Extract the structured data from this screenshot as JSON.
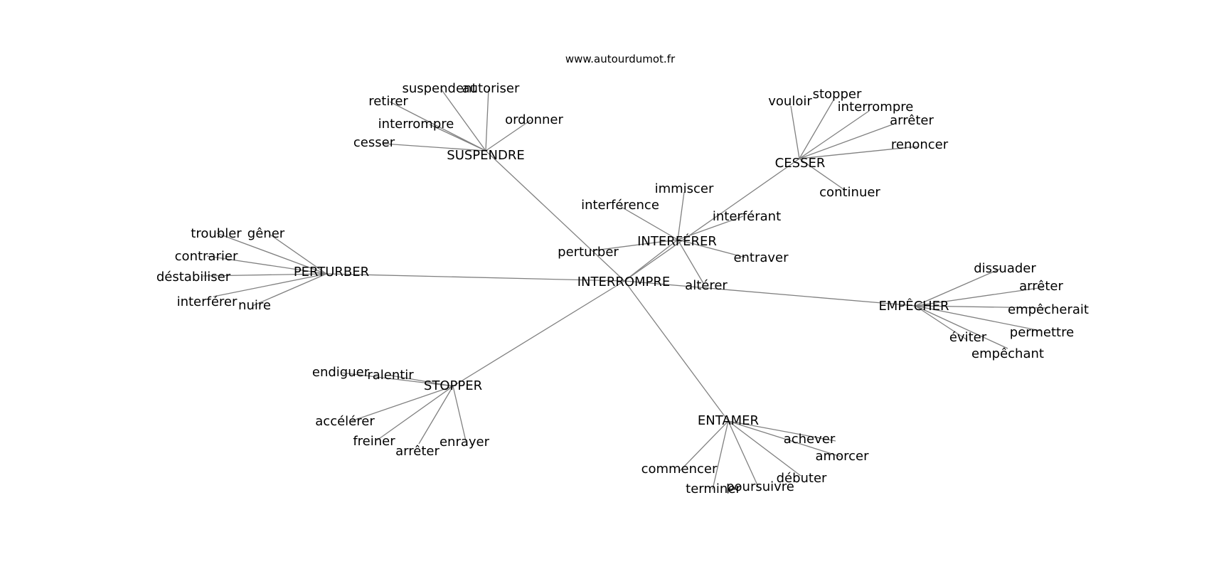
{
  "watermark": "www.autourdumot.fr",
  "center": "INTERROMPRE",
  "hubs": [
    {
      "id": "SUSPENDRE",
      "label": "SUSPENDRE",
      "words": [
        "suspendent",
        "autoriser",
        "retirer",
        "interrompre",
        "ordonner",
        "cesser"
      ]
    },
    {
      "id": "CESSER",
      "label": "CESSER",
      "words": [
        "vouloir",
        "stopper",
        "interrompre",
        "arrêter",
        "renoncer",
        "continuer"
      ]
    },
    {
      "id": "INTERFERER",
      "label": "INTERFÉRER",
      "words": [
        "immiscer",
        "interférence",
        "interférant",
        "perturber",
        "entraver",
        "altérer"
      ]
    },
    {
      "id": "PERTURBER",
      "label": "PERTURBER",
      "words": [
        "troubler",
        "gêner",
        "contrarier",
        "déstabiliser",
        "interférer",
        "nuire"
      ]
    },
    {
      "id": "EMPECHER",
      "label": "EMPÊCHER",
      "words": [
        "dissuader",
        "arrêter",
        "empêcherait",
        "permettre",
        "éviter",
        "empêchant"
      ]
    },
    {
      "id": "STOPPER",
      "label": "STOPPER",
      "words": [
        "endiguer",
        "ralentir",
        "accélérer",
        "freiner",
        "arrêter",
        "enrayer"
      ]
    },
    {
      "id": "ENTAMER",
      "label": "ENTAMER",
      "words": [
        "achever",
        "amorcer",
        "commencer",
        "débuter",
        "terminer",
        "poursuivre"
      ]
    }
  ]
}
